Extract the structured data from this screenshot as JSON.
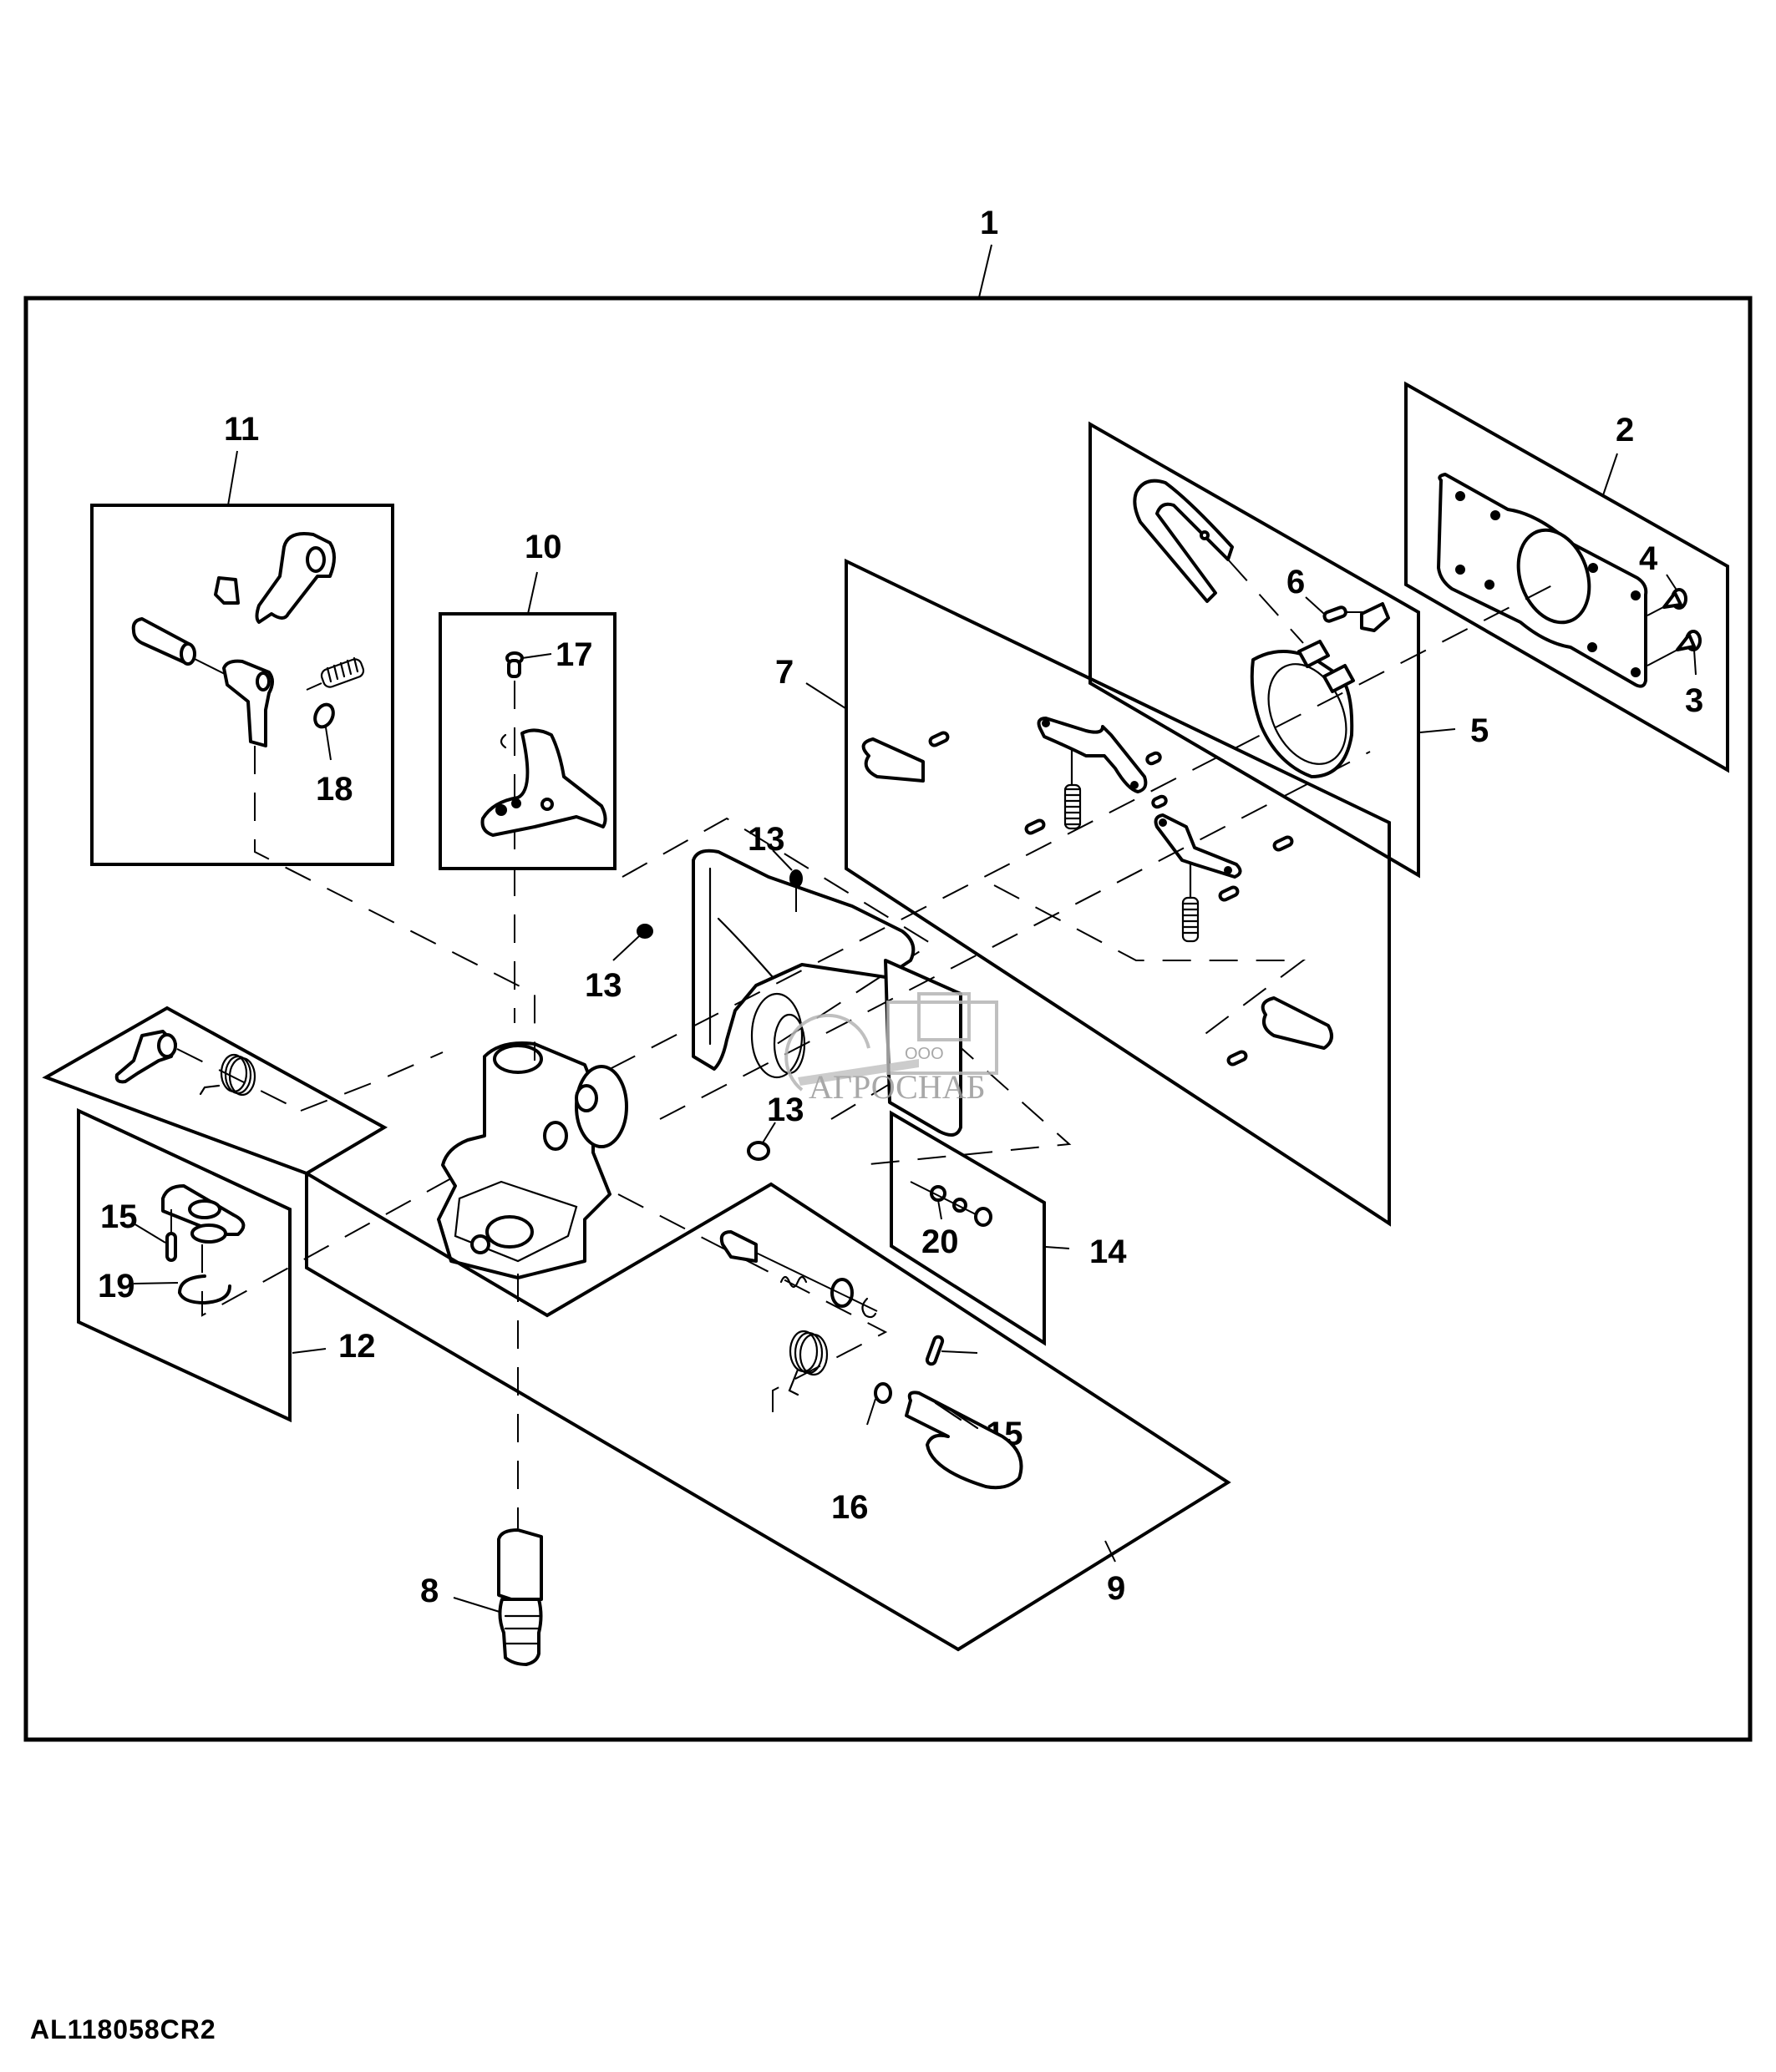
{
  "diagram": {
    "type": "exploded parts diagram",
    "figure_id": "AL118058CR2",
    "callouts": {
      "c1": "1",
      "c2": "2",
      "c3": "3",
      "c4": "4",
      "c5": "5",
      "c6": "6",
      "c7": "7",
      "c8": "8",
      "c9": "9",
      "c10": "10",
      "c11": "11",
      "c12": "12",
      "c13a": "13",
      "c13b": "13",
      "c13c": "13",
      "c14": "14",
      "c15a": "15",
      "c15b": "15",
      "c16": "16",
      "c17": "17",
      "c18": "18",
      "c19": "19",
      "c20": "20"
    },
    "callout_list": [
      "1",
      "2",
      "3",
      "4",
      "5",
      "6",
      "7",
      "8",
      "9",
      "10",
      "11",
      "12",
      "13",
      "14",
      "15",
      "16",
      "17",
      "18",
      "19",
      "20"
    ],
    "groups": [
      {
        "id": "1",
        "description": "overall assembly frame"
      },
      {
        "id": "2",
        "description": "plate kit with screws 3 and 4"
      },
      {
        "id": "5",
        "description": "ring/lever kit with pin 6"
      },
      {
        "id": "7",
        "description": "linkage and spring kit"
      },
      {
        "id": "9",
        "description": "handle, spring and plunger kit with 15, 16"
      },
      {
        "id": "10",
        "description": "latch lever with screw 17"
      },
      {
        "id": "11",
        "description": "lever kit with ring 18"
      },
      {
        "id": "12",
        "description": "retainer kit with pin 15 and snap ring 19"
      },
      {
        "id": "14",
        "description": "fitting kit with 20"
      }
    ]
  },
  "watermark": {
    "prefix": "ООО",
    "name": "АГРОСНАБ"
  }
}
